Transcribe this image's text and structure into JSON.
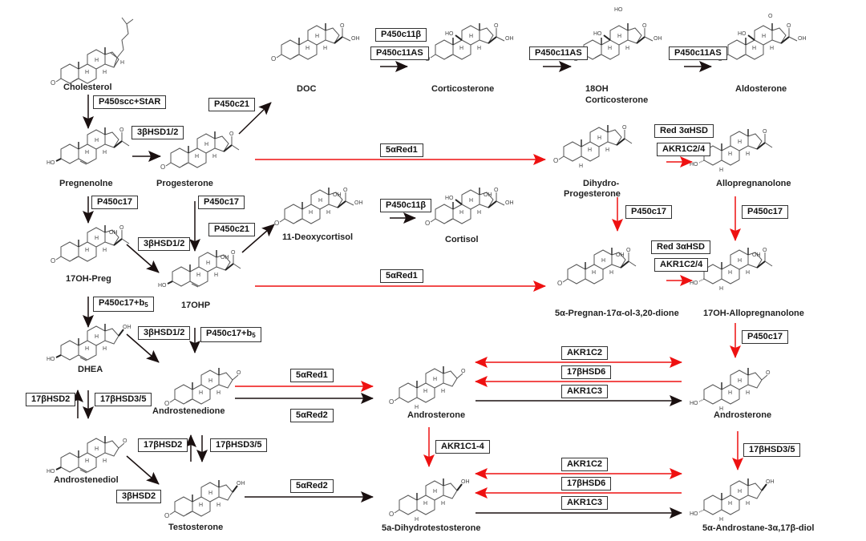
{
  "title": "Steroidogenesis pathway diagram",
  "colors": {
    "classic_arrow": "#1a1010",
    "backdoor_arrow": "#ee1111",
    "bond": "#555555",
    "box_border": "#333333"
  },
  "compounds": {
    "cholesterol": "Cholesterol",
    "pregnenolone": "Pregnenolne",
    "progesterone": "Progesterone",
    "doc": "DOC",
    "corticosterone": "Corticosterone",
    "oh18_corticosterone_l1": "18OH",
    "oh18_corticosterone_l2": "Corticosterone",
    "aldosterone": "Aldosterone",
    "dihydroprogesterone_l1": "Dihydro-",
    "dihydroprogesterone_l2": "Progesterone",
    "allopregnanolone": "Allopregnanolone",
    "oh17_preg": "17OH-Preg",
    "deoxycortisol11": "11-Deoxycortisol",
    "cortisol": "Cortisol",
    "ohp17": "17OHP",
    "pregnan_dione": "5α-Pregnan-17α-ol-3,20-dione",
    "oh17_allopregnanolone": "17OH-Allopregnanolone",
    "dhea": "DHEA",
    "androstenedione": "Androstenedione",
    "androsterone_mid": "Androsterone",
    "androsterone_right": "Androsterone",
    "androstenediol": "Androstenediol",
    "testosterone": "Testosterone",
    "dht": "5a-Dihydrotestosterone",
    "androstanediol": "5α-Androstane-3α,17β-diol"
  },
  "enzymes": {
    "p450scc_star": "P450scc+StAR",
    "hsd3b_1": "3βHSD1/2",
    "p450c21_a": "P450c21",
    "p450c11b_a": "P450c11β",
    "p450c11as_a": "P450c11AS",
    "p450c11as_b": "P450c11AS",
    "p450c11as_c": "P450c11AS",
    "red3a_a": "Red 3αHSD",
    "akr1c24_a": "AKR1C2/4",
    "sared1_a": "5αRed1",
    "p450c17_a": "P450c17",
    "p450c17_b": "P450c17",
    "p450c17_c": "P450c17",
    "p450c17_d": "P450c17",
    "p450c17_e": "P450c17",
    "hsd3b_2": "3βHSD1/2",
    "p450c21_b": "P450c21",
    "p450c11b_b": "P450c11β",
    "red3a_b": "Red 3αHSD",
    "akr1c24_b": "AKR1C2/4",
    "sared1_b": "5αRed1",
    "p450c17b5_a": "P450c17+b",
    "p450c17b5_b": "P450c17+b",
    "b5_sub": "5",
    "hsd3b_3": "3βHSD1/2",
    "sared1_c": "5αRed1",
    "sared2_a": "5αRed2",
    "akr1c2_a": "AKR1C2",
    "hsd17b6_a": "17βHSD6",
    "akr1c3_a": "AKR1C3",
    "hsd17b2_a": "17βHSD2",
    "hsd17b35_a": "17βHSD3/5",
    "hsd17b2_b": "17βHSD2",
    "hsd17b35_b": "17βHSD3/5",
    "akr1c14": "AKR1C1-4",
    "hsd17b35_c": "17βHSD3/5",
    "hsd3b2": "3βHSD2",
    "sared2_b": "5αRed2",
    "akr1c2_b": "AKR1C2",
    "hsd17b6_b": "17βHSD6",
    "akr1c3_b": "AKR1C3"
  },
  "atom_labels": {
    "O": "O",
    "HO": "HO",
    "OH": "OH",
    "H": "H"
  }
}
